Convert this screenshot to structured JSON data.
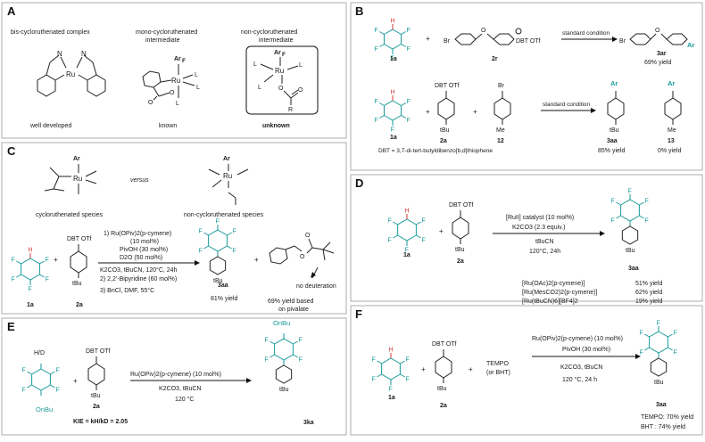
{
  "panels": {
    "A": {
      "label": "A",
      "headings": [
        "bis-cycloruthenated complex",
        "mono-cycloruthenated",
        "intermediate",
        "non-cycloruthenated",
        "intermediate"
      ],
      "captions": [
        "well developed",
        "known",
        "unknown"
      ],
      "atoms": {
        "ru": "Ru",
        "n": "N",
        "arf": "Ar",
        "arf_sub": "F",
        "l": "L",
        "o": "O",
        "r": "R"
      }
    },
    "B": {
      "label": "B",
      "compounds": {
        "c1a": "1a",
        "c2r": "2r",
        "c3ar": "3ar",
        "c2a": "2a",
        "c12": "12",
        "c3aa": "3aa",
        "c13": "13"
      },
      "condition": "standard condition",
      "yields": {
        "y3ar": "69% yield",
        "y3aa": "85% yield",
        "y13": "0% yield"
      },
      "dbt": "DBT OTf",
      "note": "DBT = 3,7-di-tert-butyldibenzo[b,d]thiophene",
      "substituents": {
        "br": "Br",
        "me": "Me",
        "tbu": "tBu",
        "o": "O",
        "plus": "+"
      }
    },
    "C": {
      "label": "C",
      "versus": "versus",
      "species": [
        "cycloruthenated species",
        "non-cycloruthenated species"
      ],
      "conditions": [
        "1) Ru(OPiv)2(p-cymene)",
        "(10 mol%)",
        "PivOH (30 mol%)",
        "D2O (50 mol%)",
        "K2CO3, tBuCN, 120°C, 24h",
        "2) 2,2'-Bipyridine (60 mol%)",
        "3) BnCl, DMF, 55°C"
      ],
      "compounds": {
        "c1a": "1a",
        "c2a": "2a",
        "c3aa": "3aa"
      },
      "results": {
        "yield": "81% yield",
        "pivalate": "69% yield based",
        "pivalate2": "on pivalate",
        "nodeut": "no deuteration"
      },
      "tbu": "tBu"
    },
    "D": {
      "label": "D",
      "conditions": [
        "[RuII] catalyst (10 mol%)",
        "K2CO3 (2.3 equiv.)",
        "tBuCN",
        "120°C, 24h"
      ],
      "compounds": {
        "c1a": "1a",
        "c2a": "2a",
        "c3aa": "3aa"
      },
      "catalyst_table": [
        {
          "catalyst": "[Ru(OAc)2(p-cymene)]",
          "yield": "51% yield"
        },
        {
          "catalyst": "[Ru(MesCO2)2(p-cymene)]",
          "yield": "62% yield"
        },
        {
          "catalyst": "[Ru(tBuCN)6][BF4]2",
          "yield": "19% yield"
        }
      ]
    },
    "E": {
      "label": "E",
      "conditions": [
        "Ru(OPiv)2(p-cymene) (10 mol%)",
        "K2CO3, tBuCN",
        "120 °C"
      ],
      "compounds": {
        "c2a": "2a",
        "c3ka": "3ka"
      },
      "hd": "H/D",
      "obu": "OnBu",
      "kie": "KIE = kH/kD = 2.05"
    },
    "F": {
      "label": "F",
      "additive": [
        "TEMPO",
        "(or BHT)"
      ],
      "conditions": [
        "Ru(OPiv)2(p-cymene) (10 mol%)",
        "PivOH (30 mol%)",
        "K2CO3, tBuCN",
        "120 °C, 24 h"
      ],
      "compounds": {
        "c1a": "1a",
        "c2a": "2a",
        "c3aa": "3aa"
      },
      "results": [
        "TEMPO: 70% yield",
        "BHT :    74% yield"
      ]
    }
  },
  "colors": {
    "fluorine": "#1a9a9a",
    "hydrogen": "#d23a3a",
    "text": "#1a1a1a",
    "frame": "#9a9a9a"
  }
}
